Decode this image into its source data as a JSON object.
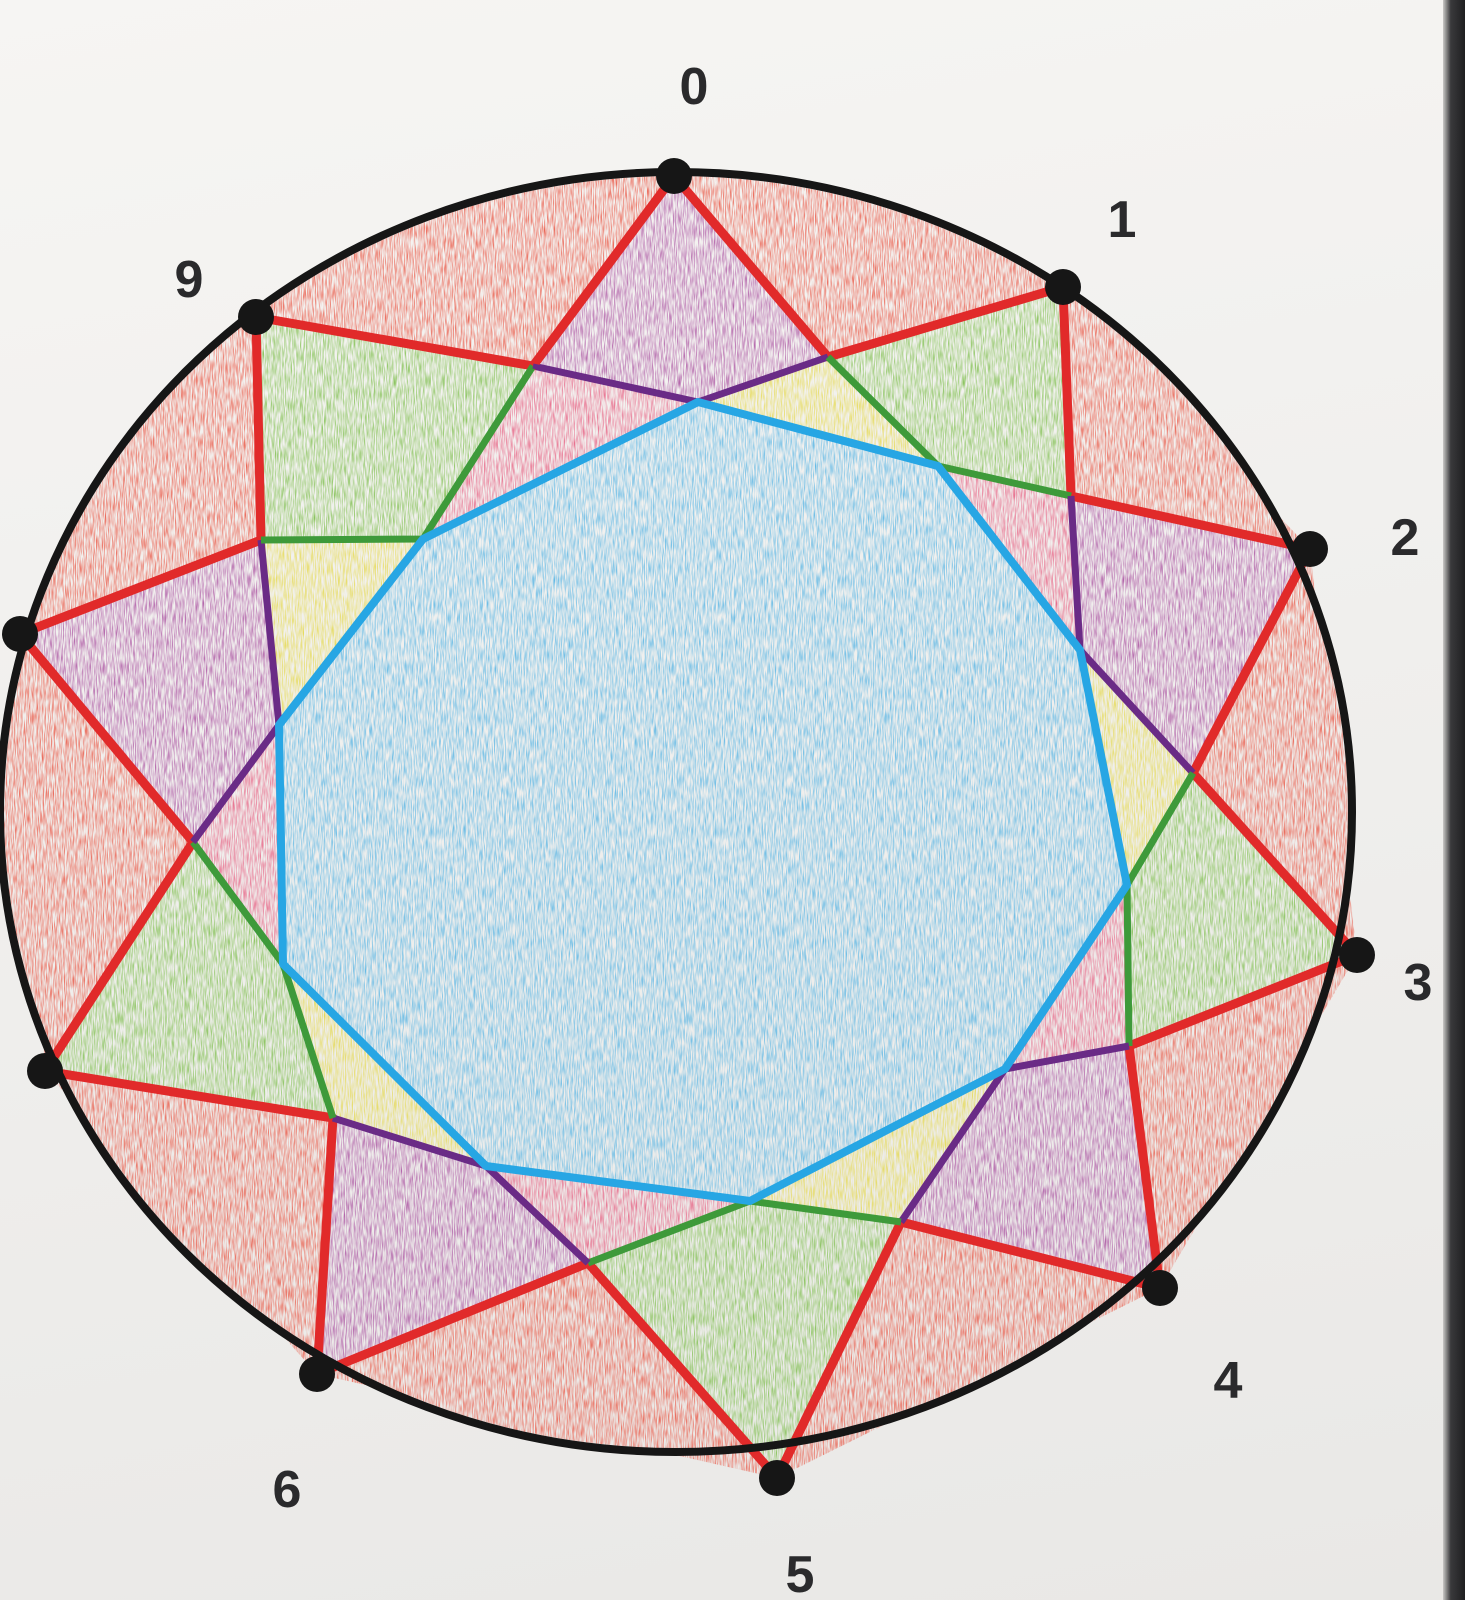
{
  "diagram": {
    "labels": [
      "0",
      "1",
      "2",
      "3",
      "4",
      "5",
      "6",
      "9"
    ]
  },
  "colors": {
    "outline": "#161616",
    "red": "#e8432f",
    "red_line": "#e12a2a",
    "green": "#6fb838",
    "green_line": "#3e9a3a",
    "purple": "#a23f98",
    "purple_line": "#6a2b86",
    "pink": "#e54a72",
    "yellow": "#e3d533",
    "blue": "#46aee3",
    "blue_line": "#27a6e4"
  }
}
